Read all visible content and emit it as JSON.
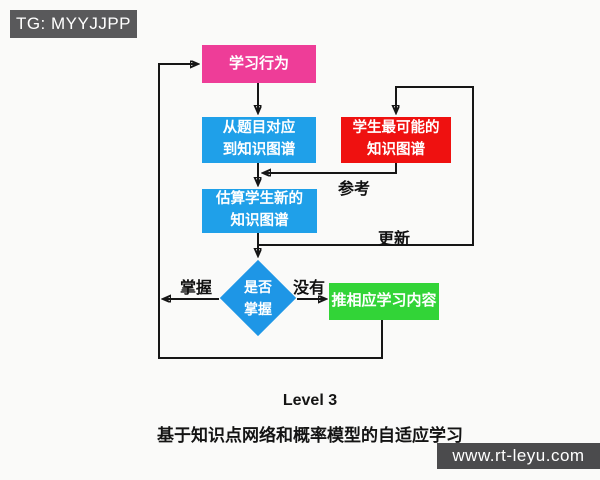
{
  "badges": {
    "telegram": "TG: MYYJJPP",
    "website": "www.rt-leyu.com"
  },
  "flowchart": {
    "nodes": [
      {
        "id": "learning-behavior",
        "label": "学习行为",
        "color": "#ee3d98"
      },
      {
        "id": "question-to-graph",
        "label": "从题目对应\n到知识图谱",
        "color": "#1fa0e9"
      },
      {
        "id": "most-likely-graph",
        "label": "学生最可能的\n知识图谱",
        "color": "#ef1110"
      },
      {
        "id": "estimate-new-graph",
        "label": "估算学生新的\n知识图谱",
        "color": "#1fa0e9"
      },
      {
        "id": "mastered-decision",
        "label": "是否\n掌握",
        "color": "#1e96e6",
        "shape": "diamond"
      },
      {
        "id": "recommend-content",
        "label": "推相应学习内容",
        "color": "#32d437"
      }
    ],
    "edge_labels": {
      "reference": "参考",
      "update": "更新",
      "mastered": "掌握",
      "not_mastered": "没有"
    },
    "line_color": "#161616"
  },
  "caption": {
    "level": "Level 3",
    "title": "基于知识点网络和概率模型的自适应学习"
  }
}
